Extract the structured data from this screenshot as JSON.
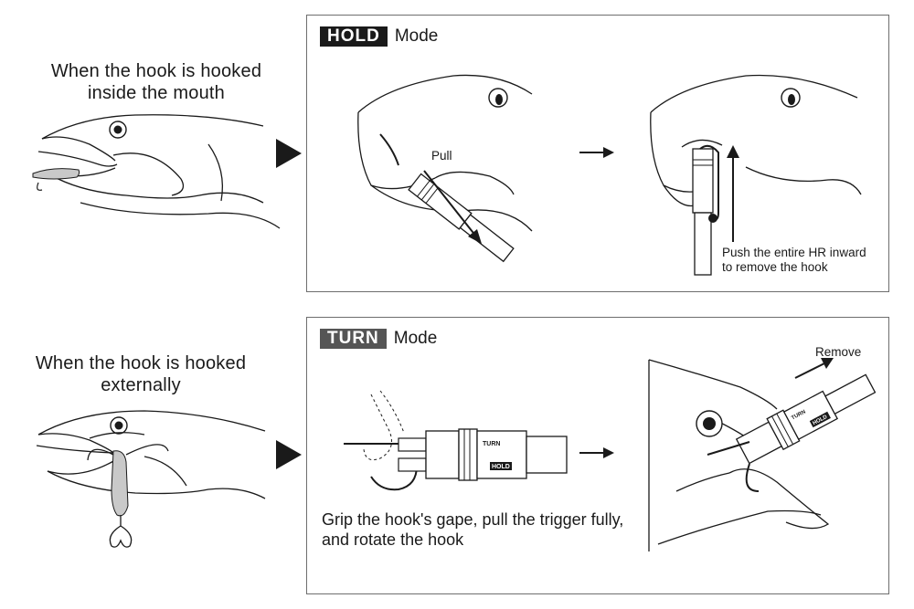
{
  "row1": {
    "caption": "When the hook is hooked\ninside the mouth",
    "caption_line1": "When the hook is hooked",
    "caption_line2": "inside the mouth",
    "mode_badge": "HOLD",
    "mode_word": "Mode",
    "pull_label": "Pull",
    "push_line1": "Push the entire HR inward",
    "push_line2": "to remove the hook"
  },
  "row2": {
    "caption_line1": "When the hook is hooked",
    "caption_line2": "externally",
    "mode_badge": "TURN",
    "mode_word": "Mode",
    "remove_label": "Remove",
    "instruction_line1": "Grip the hook's gape, pull the trigger fully,",
    "instruction_line2": "and rotate the hook"
  },
  "tool_labels": {
    "turn": "TURN",
    "hold": "HOLD"
  },
  "colors": {
    "ink": "#1a1a1a",
    "panel_border": "#6e6e6e",
    "hold_badge": "#1a1a1a",
    "turn_badge": "#555555",
    "lure": "#c9c9c9"
  }
}
